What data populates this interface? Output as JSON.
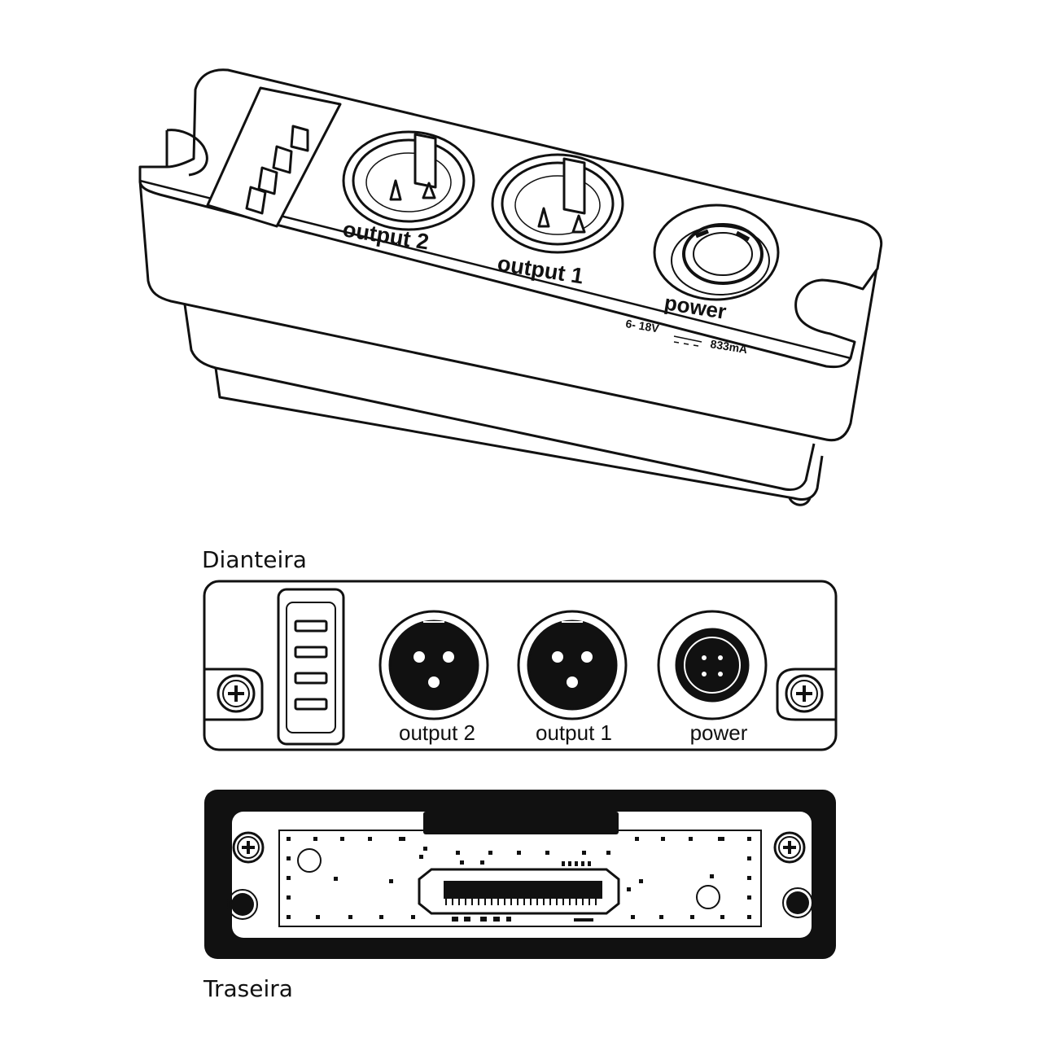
{
  "iso_view": {
    "labels": {
      "output_2": "output 2",
      "output_1": "output 1",
      "power": "power",
      "rating_voltage": "6- 18V",
      "rating_current": "833mA"
    }
  },
  "front_view": {
    "caption": "Dianteira",
    "labels": {
      "output_2": "output 2",
      "output_1": "output 1",
      "power": "power"
    }
  },
  "rear_view": {
    "caption": "Traseira"
  },
  "colors": {
    "ink": "#111111",
    "paper": "#ffffff"
  }
}
